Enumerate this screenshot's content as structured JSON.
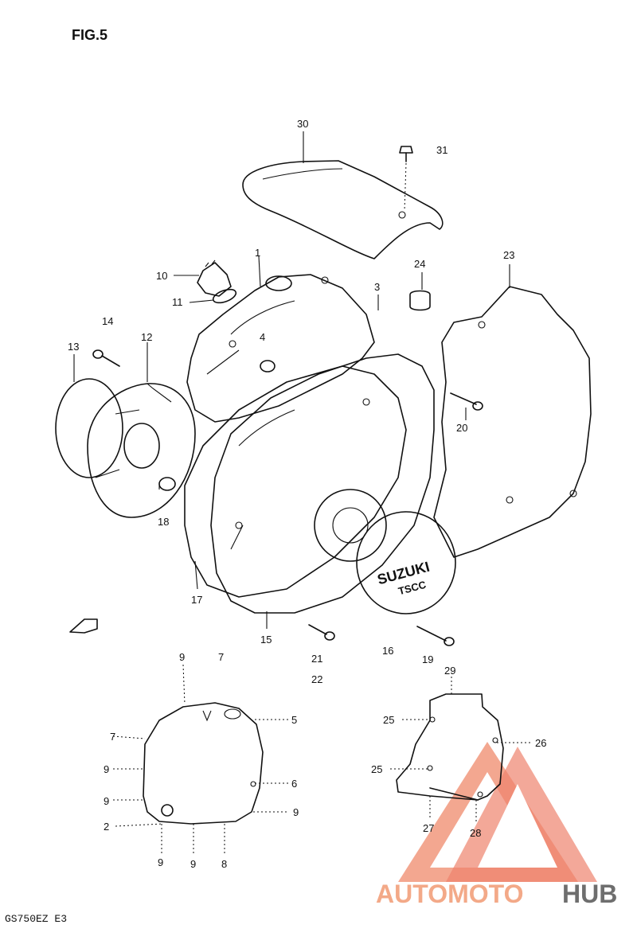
{
  "figure_label": "FIG.5",
  "model_code": "GS750EZ  E3",
  "watermark": {
    "part1": "AUTOMOTO",
    "part2": "HUB",
    "accent_color": "#e85a3c",
    "gray_color": "#6e6e6e"
  },
  "callouts": {
    "c1": "1",
    "c2": "2",
    "c3": "3",
    "c4": "4",
    "c5": "5",
    "c6": "6",
    "c7a": "7",
    "c7b": "7",
    "c8": "8",
    "c9a": "9",
    "c9b": "9",
    "c9c": "9",
    "c9d": "9",
    "c9e": "9",
    "c9f": "9",
    "c10": "10",
    "c11": "11",
    "c12": "12",
    "c13": "13",
    "c14": "14",
    "c15": "15",
    "c16": "16",
    "c17": "17",
    "c18": "18",
    "c19": "19",
    "c20": "20",
    "c21": "21",
    "c22": "22",
    "c23": "23",
    "c24": "24",
    "c25a": "25",
    "c25b": "25",
    "c26": "26",
    "c27": "27",
    "c28": "28",
    "c29": "29",
    "c30": "30",
    "c31": "31"
  },
  "badge": {
    "brand": "SUZUKI",
    "sub": "TSCC"
  }
}
